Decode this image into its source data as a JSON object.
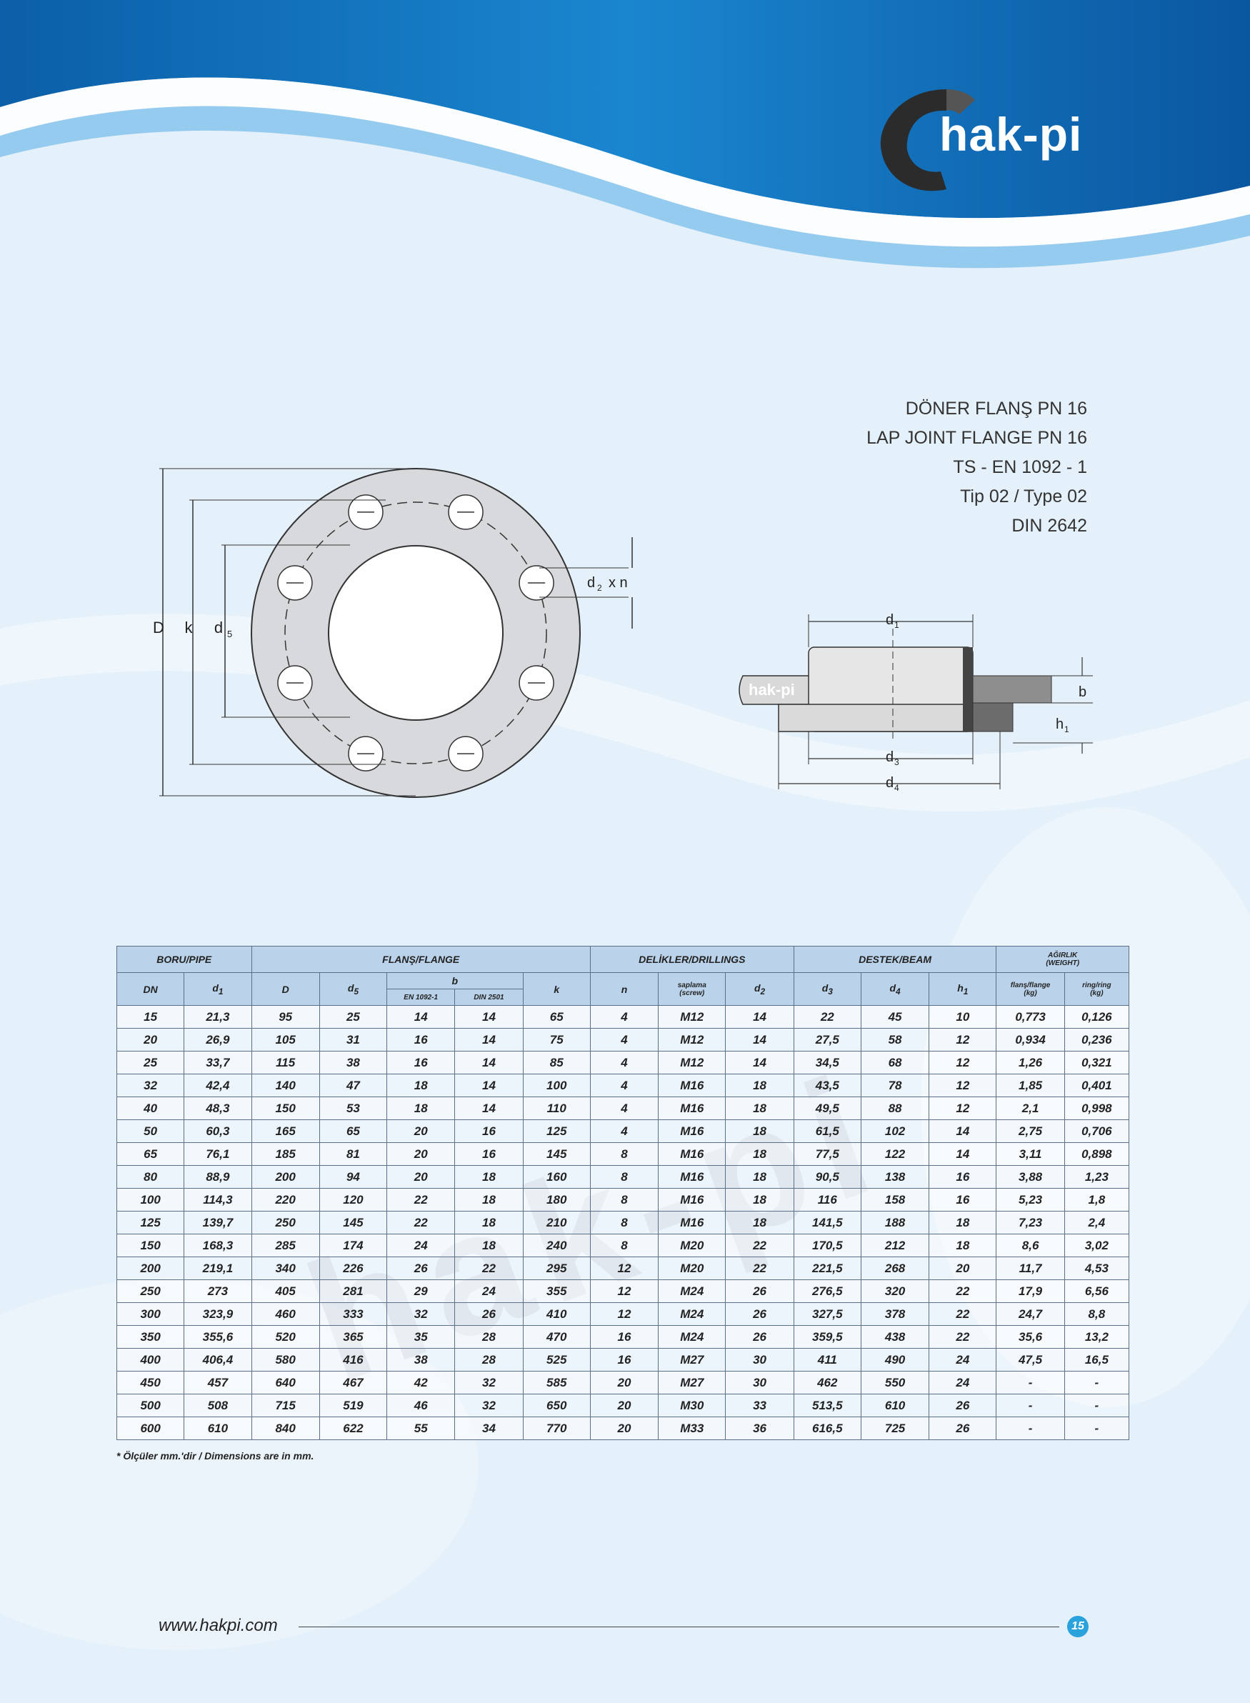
{
  "brand": {
    "logo_text": "hak-pi",
    "url": "www.hakpi.com",
    "page_number": "15",
    "watermark": "hak-pi"
  },
  "titles": [
    "DÖNER  FLANŞ PN 16",
    "LAP JOINT  FLANGE PN 16",
    "TS - EN 1092 - 1",
    "Tip 02 / Type 02",
    "DIN 2642"
  ],
  "drawing": {
    "front_labels": {
      "D": "D",
      "k": "k",
      "d5": "d",
      "d5_sub": "5",
      "d2": "d",
      "d2_sub": "2",
      "xn": "x n"
    },
    "side_labels": {
      "d1": "d",
      "d1_sub": "1",
      "d3": "d",
      "d3_sub": "3",
      "d4": "d",
      "d4_sub": "4",
      "b": "b",
      "h1": "h",
      "h1_sub": "1",
      "stamp": "hak-pi"
    }
  },
  "table": {
    "groups": {
      "pipe": "BORU/PIPE",
      "flange": "FLANŞ/FLANGE",
      "drillings": "DELİKLER/DRILLINGS",
      "beam": "DESTEK/BEAM",
      "weight": "AĞIRLIK\n(WEIGHT)"
    },
    "columns": {
      "dn": "DN",
      "d1": "d",
      "d1_sub": "1",
      "D": "D",
      "d5": "d",
      "d5_sub": "5",
      "b": "b",
      "b_en": "EN 1092-1",
      "b_din": "DIN 2501",
      "k": "k",
      "n": "n",
      "screw": "saplama\n(screw)",
      "d2": "d",
      "d2_sub": "2",
      "d3": "d",
      "d3_sub": "3",
      "d4": "d",
      "d4_sub": "4",
      "h1": "h",
      "h1_sub": "1",
      "w_flange": "flanş/flange\n(kg)",
      "w_ring": "ring/ring\n(kg)"
    },
    "rows": [
      [
        "15",
        "21,3",
        "95",
        "25",
        "14",
        "14",
        "65",
        "4",
        "M12",
        "14",
        "22",
        "45",
        "10",
        "0,773",
        "0,126"
      ],
      [
        "20",
        "26,9",
        "105",
        "31",
        "16",
        "14",
        "75",
        "4",
        "M12",
        "14",
        "27,5",
        "58",
        "12",
        "0,934",
        "0,236"
      ],
      [
        "25",
        "33,7",
        "115",
        "38",
        "16",
        "14",
        "85",
        "4",
        "M12",
        "14",
        "34,5",
        "68",
        "12",
        "1,26",
        "0,321"
      ],
      [
        "32",
        "42,4",
        "140",
        "47",
        "18",
        "14",
        "100",
        "4",
        "M16",
        "18",
        "43,5",
        "78",
        "12",
        "1,85",
        "0,401"
      ],
      [
        "40",
        "48,3",
        "150",
        "53",
        "18",
        "14",
        "110",
        "4",
        "M16",
        "18",
        "49,5",
        "88",
        "12",
        "2,1",
        "0,998"
      ],
      [
        "50",
        "60,3",
        "165",
        "65",
        "20",
        "16",
        "125",
        "4",
        "M16",
        "18",
        "61,5",
        "102",
        "14",
        "2,75",
        "0,706"
      ],
      [
        "65",
        "76,1",
        "185",
        "81",
        "20",
        "16",
        "145",
        "8",
        "M16",
        "18",
        "77,5",
        "122",
        "14",
        "3,11",
        "0,898"
      ],
      [
        "80",
        "88,9",
        "200",
        "94",
        "20",
        "18",
        "160",
        "8",
        "M16",
        "18",
        "90,5",
        "138",
        "16",
        "3,88",
        "1,23"
      ],
      [
        "100",
        "114,3",
        "220",
        "120",
        "22",
        "18",
        "180",
        "8",
        "M16",
        "18",
        "116",
        "158",
        "16",
        "5,23",
        "1,8"
      ],
      [
        "125",
        "139,7",
        "250",
        "145",
        "22",
        "18",
        "210",
        "8",
        "M16",
        "18",
        "141,5",
        "188",
        "18",
        "7,23",
        "2,4"
      ],
      [
        "150",
        "168,3",
        "285",
        "174",
        "24",
        "18",
        "240",
        "8",
        "M20",
        "22",
        "170,5",
        "212",
        "18",
        "8,6",
        "3,02"
      ],
      [
        "200",
        "219,1",
        "340",
        "226",
        "26",
        "22",
        "295",
        "12",
        "M20",
        "22",
        "221,5",
        "268",
        "20",
        "11,7",
        "4,53"
      ],
      [
        "250",
        "273",
        "405",
        "281",
        "29",
        "24",
        "355",
        "12",
        "M24",
        "26",
        "276,5",
        "320",
        "22",
        "17,9",
        "6,56"
      ],
      [
        "300",
        "323,9",
        "460",
        "333",
        "32",
        "26",
        "410",
        "12",
        "M24",
        "26",
        "327,5",
        "378",
        "22",
        "24,7",
        "8,8"
      ],
      [
        "350",
        "355,6",
        "520",
        "365",
        "35",
        "28",
        "470",
        "16",
        "M24",
        "26",
        "359,5",
        "438",
        "22",
        "35,6",
        "13,2"
      ],
      [
        "400",
        "406,4",
        "580",
        "416",
        "38",
        "28",
        "525",
        "16",
        "M27",
        "30",
        "411",
        "490",
        "24",
        "47,5",
        "16,5"
      ],
      [
        "450",
        "457",
        "640",
        "467",
        "42",
        "32",
        "585",
        "20",
        "M27",
        "30",
        "462",
        "550",
        "24",
        "-",
        "-"
      ],
      [
        "500",
        "508",
        "715",
        "519",
        "46",
        "32",
        "650",
        "20",
        "M30",
        "33",
        "513,5",
        "610",
        "26",
        "-",
        "-"
      ],
      [
        "600",
        "610",
        "840",
        "622",
        "55",
        "34",
        "770",
        "20",
        "M33",
        "36",
        "616,5",
        "725",
        "26",
        "-",
        "-"
      ]
    ],
    "footnote": "* Ölçüler mm.'dir / Dimensions are in mm."
  },
  "colors": {
    "header_bg": "#bad3ea",
    "accent_blue": "#2aa3dd",
    "dark_blue": "#0b5fa8"
  }
}
